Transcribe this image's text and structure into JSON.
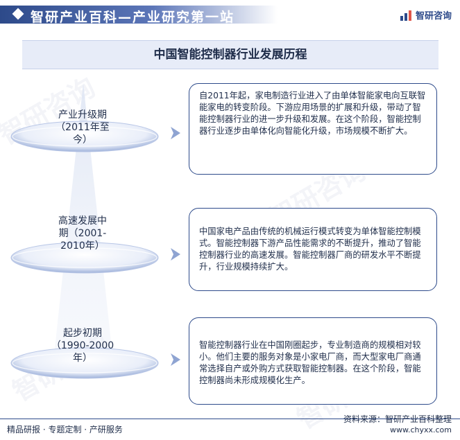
{
  "header": {
    "title": "智研产业百科—产业研究第一站",
    "brand": "智研咨询"
  },
  "chart_title": "中国智能控制器行业发展历程",
  "stages": [
    {
      "label": "产业升级期（2011年至今）",
      "label_lines": [
        "产业升级期",
        "（2011年至",
        "今）"
      ],
      "description": "自2011年起，家电制造行业进入了由单体智能家电向互联智能家电的转变阶段。下游应用场景的扩展和升级，带动了智能控制器行业的进一步升级和发展。在这个阶段，智能控制器行业逐步由单体化向智能化升级，市场规模不断扩大。"
    },
    {
      "label": "高速发展中期（2001-2010年）",
      "label_lines": [
        "高速发展中",
        "期（2001-",
        "2010年）"
      ],
      "description": "中国家电产品由传统的机械运行模式转变为单体智能控制模式。智能控制器下游产品性能需求的不断提升，推动了智能控制器行业的高速发展。智能控制器厂商的研发水平不断提升，行业规模持续扩大。"
    },
    {
      "label": "起步初期（1990-2000年）",
      "label_lines": [
        "起步初期",
        "（1990-2000",
        "年）"
      ],
      "description": "智能控制器行业在中国刚圈起步，专业制造商的规模相对较小。他们主要的服务对象是小家电厂商，而大型家电厂商通常选择自产或外购方式获取智能控制器。在这个阶段，智能控制器尚未形成规模化生产。"
    }
  ],
  "footer": {
    "left": "精品研报 · 专题定制 · 产研服务",
    "source": "资料来源：智研产业百科整理",
    "url": "www.chyxx.com"
  },
  "colors": {
    "primary": "#2d4a8a",
    "accent_light": "#e7ecf8",
    "text": "#1f2d4a"
  }
}
